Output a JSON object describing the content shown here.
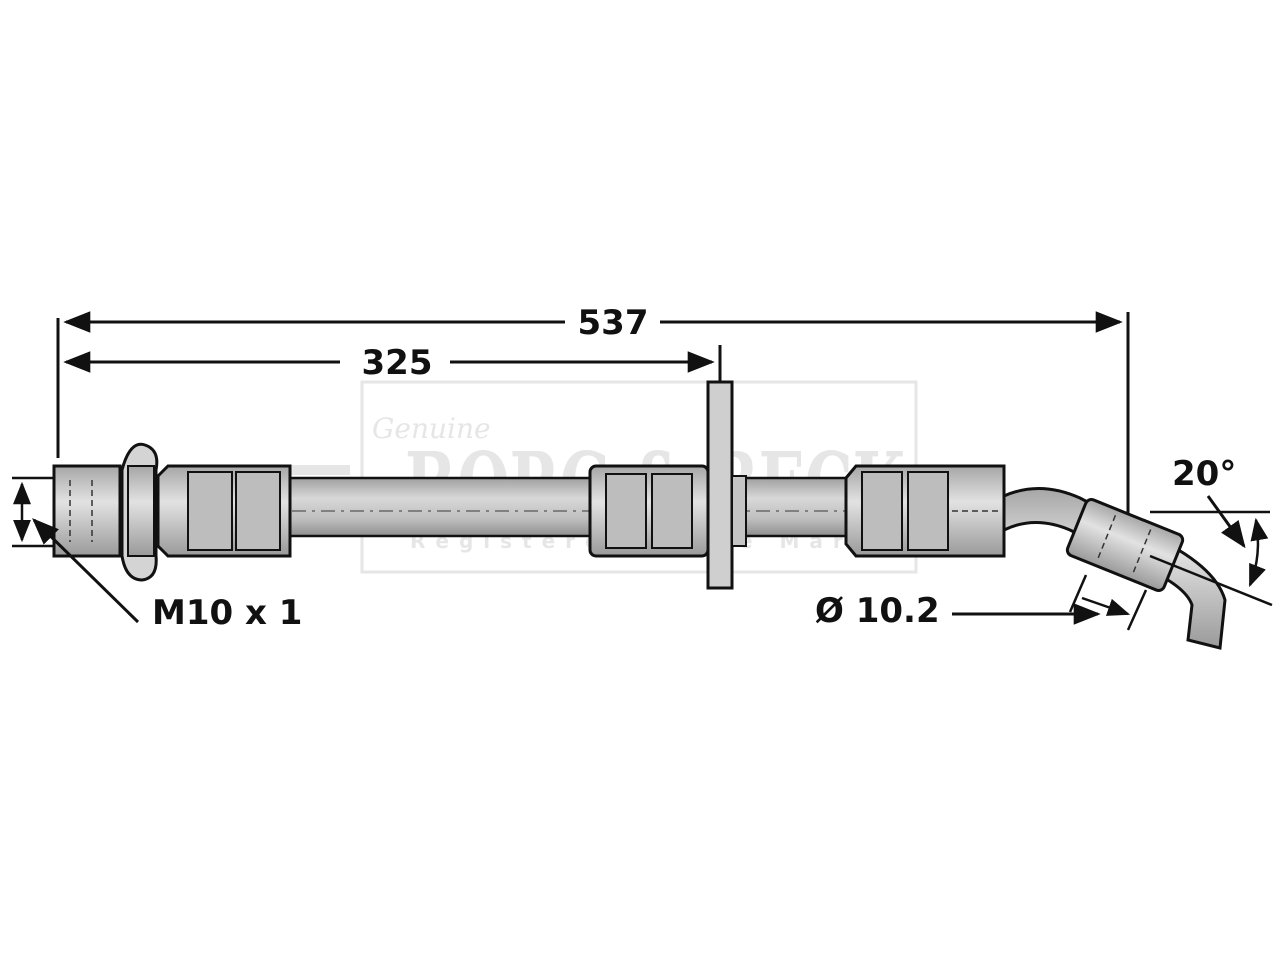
{
  "watermark": {
    "script": "Genuine",
    "brand": "BORG & BECK",
    "tagline": "Registered Trade Mark",
    "color": "#e4e4e4"
  },
  "dimensions": {
    "overall_length": "537",
    "bracket_position": "325",
    "thread": "M10 x 1",
    "diameter": "Ø 10.2",
    "angle": "20°"
  },
  "colors": {
    "line": "#111111",
    "hose_fill": "#d9d9d9",
    "hose_shadow": "#a8a8a8",
    "fitting_fill": "#cfcfcf"
  }
}
